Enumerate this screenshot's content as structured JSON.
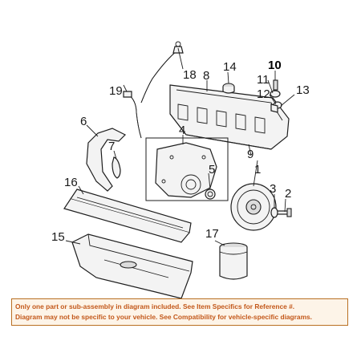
{
  "callouts": {
    "c1": "1",
    "c2": "2",
    "c3": "3",
    "c4": "4",
    "c5": "5",
    "c6": "6",
    "c7": "7",
    "c8": "8",
    "c9": "9",
    "c10": "10",
    "c11": "11",
    "c12": "12",
    "c13": "13",
    "c14": "14",
    "c15": "15",
    "c16": "16",
    "c17": "17",
    "c18": "18",
    "c19": "19"
  },
  "disclaimer": {
    "line1": "Only one part or sub-assembly in diagram included. See Item Specifics for Reference #.",
    "line2": "Diagram may not be specific to your vehicle. See Compatibility for vehicle-specific diagrams."
  },
  "colors": {
    "disclaimer_text": "#c3581a",
    "disclaimer_border": "#b96f22",
    "line_art": "#1e1e1e"
  }
}
